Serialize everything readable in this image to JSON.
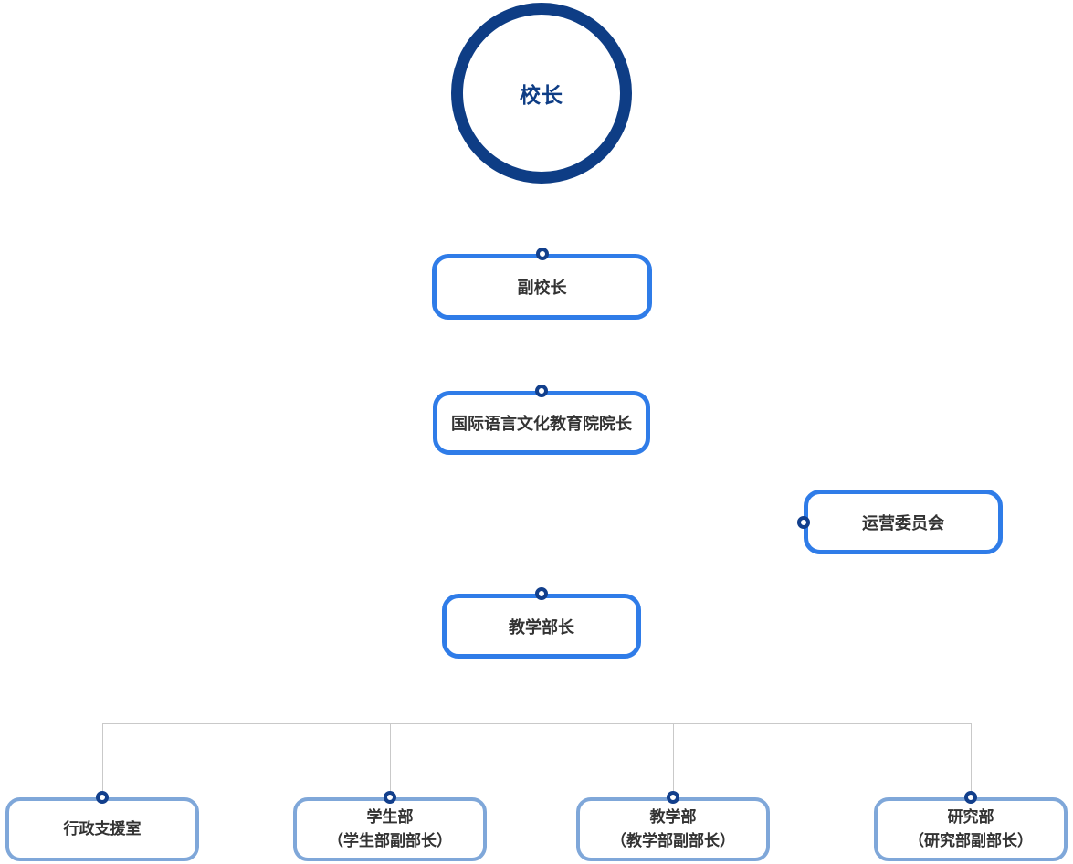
{
  "diagram": {
    "type": "org-chart",
    "colors": {
      "navy": "#0e3d85",
      "bright_blue": "#2f7ce8",
      "light_blue": "#7fa7d9",
      "connector_line": "#c9c9c9",
      "dot_ring": "#123f8c",
      "label_text": "#333333",
      "background": "#ffffff"
    },
    "nodes": {
      "principal": {
        "label": "校长"
      },
      "vice_principal": {
        "label": "副校长"
      },
      "dean": {
        "label": "国际语言文化教育院院长"
      },
      "committee": {
        "label": "运营委员会"
      },
      "teaching_director": {
        "label": "教学部长"
      },
      "admin_office": {
        "label": "行政支援室"
      },
      "student_dept": {
        "line1": "学生部",
        "line2": "（学生部副部长）"
      },
      "teaching_dept": {
        "line1": "教学部",
        "line2": "（教学部副部长）"
      },
      "research_dept": {
        "line1": "研究部",
        "line2": "（研究部副部长）"
      }
    },
    "hierarchy": [
      {
        "parent": "校长",
        "child": "副校长"
      },
      {
        "parent": "副校长",
        "child": "国际语言文化教育院院长"
      },
      {
        "parent": "国际语言文化教育院院长",
        "child": "运营委员会"
      },
      {
        "parent": "国际语言文化教育院院长",
        "child": "教学部长"
      },
      {
        "parent": "教学部长",
        "child": "行政支援室"
      },
      {
        "parent": "教学部长",
        "child": "学生部（学生部副部长）"
      },
      {
        "parent": "教学部长",
        "child": "教学部（教学部副部长）"
      },
      {
        "parent": "教学部长",
        "child": "研究部（研究部副部长）"
      }
    ]
  }
}
